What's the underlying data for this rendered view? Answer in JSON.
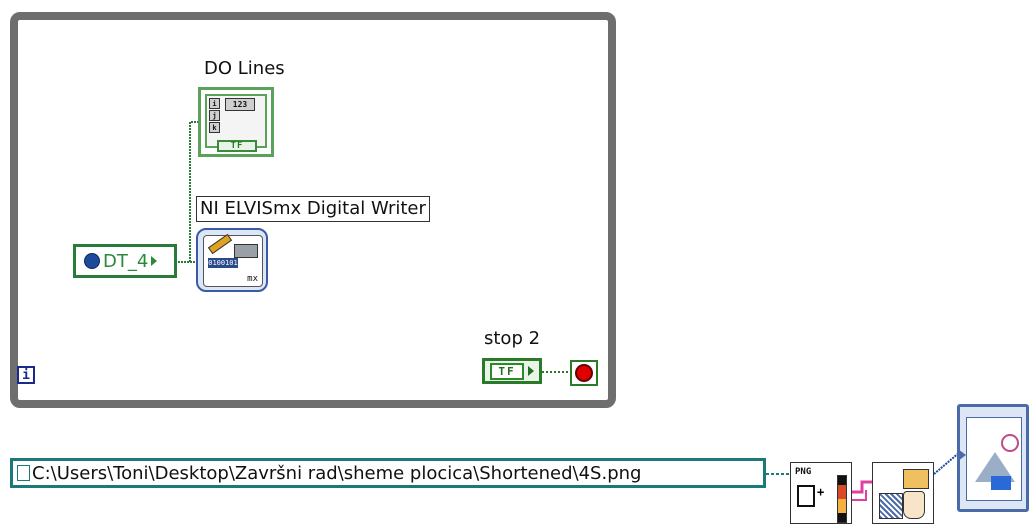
{
  "labels": {
    "array_indicator": "DO Lines",
    "express_vi": "NI ELVISmx Digital Writer",
    "stop_control": "stop 2"
  },
  "constants": {
    "dt": "DT_4",
    "path": "C:\\Users\\Toni\\Desktop\\Završni rad\\sheme plocica\\Shortened\\4S.png"
  },
  "indicator_glyphs": {
    "index_i": "i",
    "index_j": "j",
    "index_k": "k",
    "numeric": "123",
    "boolean": "TF"
  },
  "loop": {
    "iteration_terminal": "i"
  },
  "express_vi_glyphs": {
    "mx": "mx",
    "data": "0100101"
  },
  "vis": {
    "png_label": "PNG",
    "png_plus": "+"
  },
  "wire_colors": {
    "boolean": "#2a7a2a",
    "dt": "#2a7a2a",
    "path": "#1a7a7a",
    "image": "#e040a0"
  }
}
